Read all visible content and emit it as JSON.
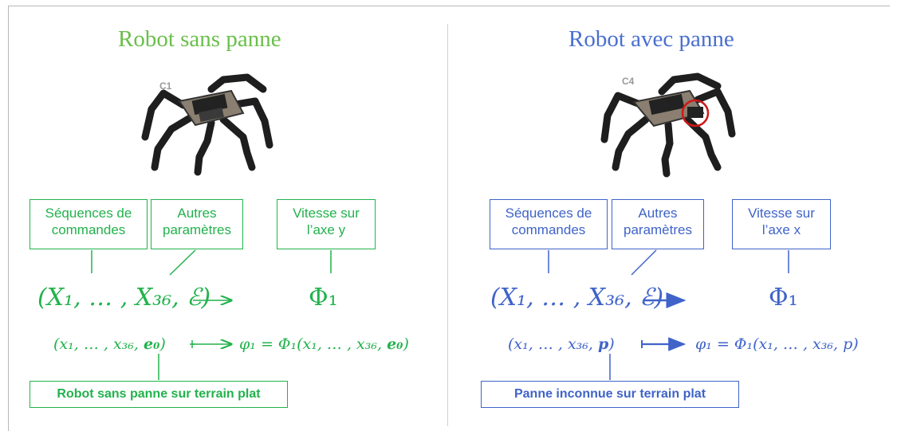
{
  "left": {
    "title": "Robot sans panne",
    "robot_tag": "C1",
    "box_commands": [
      "Séquences de",
      "commandes"
    ],
    "box_params": [
      "Autres",
      "paramètres"
    ],
    "box_speed": [
      "Vitesse sur",
      "l’axe y"
    ],
    "big_args": "(X₁, … , X₃₆, ℰ)",
    "big_phi": "Φ₁",
    "small_args_pre": "(x₁, … , x₃₆, ",
    "small_last": "e₀",
    "small_args_post": ")",
    "small_rhs_pre": "φ₁ = Φ₁(x₁, … , x₃₆, ",
    "small_rhs_post": ")",
    "bottom_box": "Robot sans panne sur terrain plat",
    "colors": {
      "title": "#6abf4b",
      "accent": "#22b24c"
    }
  },
  "right": {
    "title": "Robot avec panne",
    "robot_tag": "C4",
    "box_commands": [
      "Séquences de",
      "commandes"
    ],
    "box_params": [
      "Autres",
      "paramètres"
    ],
    "box_speed": [
      "Vitesse sur",
      "l’axe x"
    ],
    "big_args": "(X₁, … , X₃₆, ℰ)",
    "big_phi": "Φ₁",
    "small_args_pre": "(x₁, … , x₃₆, ",
    "small_last": "p",
    "small_args_post": ")",
    "small_rhs_pre": "φ₁ = Φ₁(x₁, … , x₃₆, ",
    "small_rhs_post": "p)",
    "bottom_box": "Panne inconnue sur terrain plat",
    "colors": {
      "title": "#4a6fd0",
      "accent": "#3f63c9"
    }
  },
  "icons": {
    "robot": "hexapod-robot-photo",
    "fault_marker": "red-circle"
  }
}
